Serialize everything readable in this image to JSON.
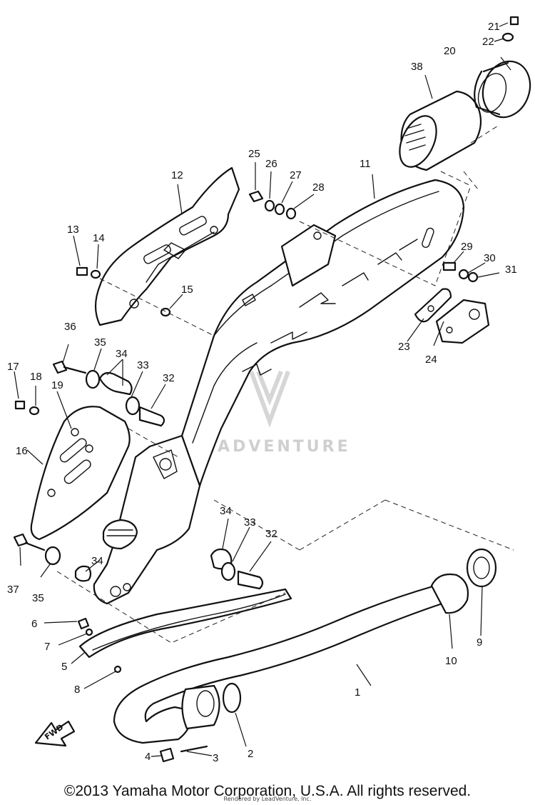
{
  "diagram": {
    "callouts": [
      "1",
      "2",
      "3",
      "4",
      "5",
      "6",
      "7",
      "8",
      "9",
      "10",
      "11",
      "12",
      "13",
      "14",
      "15",
      "16",
      "17",
      "18",
      "19",
      "20",
      "21",
      "22",
      "23",
      "24",
      "25",
      "26",
      "27",
      "28",
      "29",
      "30",
      "31",
      "32",
      "33",
      "34",
      "35",
      "36",
      "37",
      "38"
    ],
    "fwd_label": "FWD",
    "watermark": "LEADVENTURE"
  },
  "footer": {
    "copyright": "©2013 Yamaha Motor Corporation, U.S.A. All rights reserved.",
    "rendered_by": "Rendered by LeadVenture, Inc."
  }
}
